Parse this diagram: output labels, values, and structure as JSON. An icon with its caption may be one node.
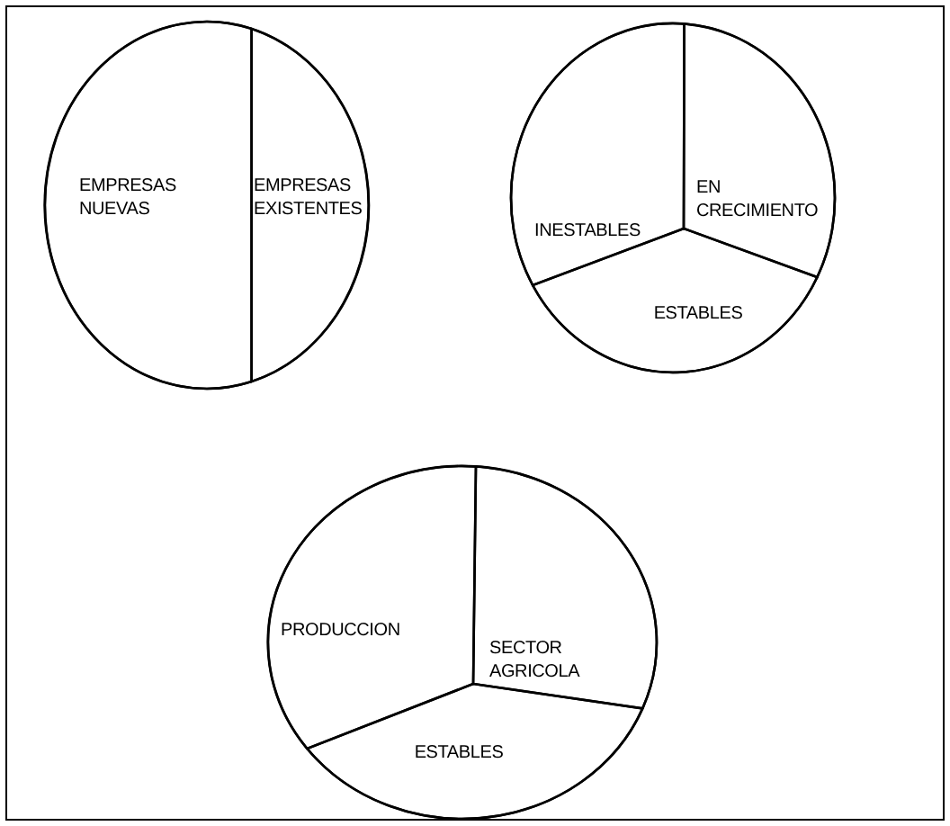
{
  "diagram": {
    "nodes": [
      {
        "text": [],
        "shape": "circle"
      },
      {
        "text": [
          "EMPRESAS NUEVAS"
        ],
        "in": 0
      },
      {
        "text": [
          "EMPRESAS EXISTENTES"
        ],
        "in": 0
      },
      {
        "text": [],
        "shape": "circle"
      },
      {
        "text": [
          "INESTABLES"
        ],
        "in": 3
      },
      {
        "text": [
          "EN CRECIMIENTO"
        ],
        "in": 3
      },
      {
        "text": [
          "ESTABLES"
        ],
        "in": 3
      },
      {
        "text": [],
        "shape": "circle"
      },
      {
        "text": [
          "PRODUCCION"
        ],
        "in": 7
      },
      {
        "text": [
          "SECTOR AGRICOLA"
        ],
        "in": 7
      },
      {
        "text": [
          "ESTABLES"
        ],
        "in": 7
      }
    ]
  }
}
